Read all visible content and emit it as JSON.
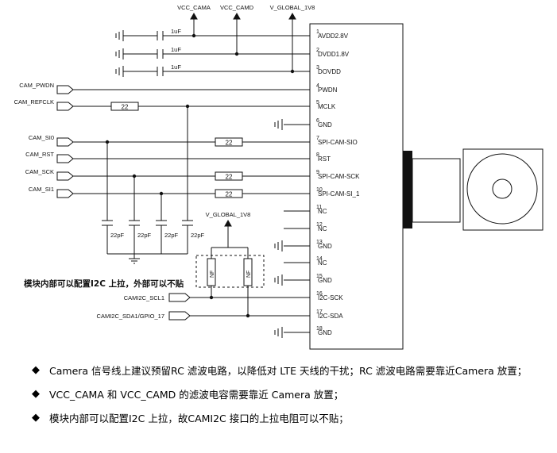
{
  "power_nets": [
    {
      "label": "VCC_CAMA"
    },
    {
      "label": "VCC_CAMD"
    },
    {
      "label": "V_GLOBAL_1V8"
    }
  ],
  "pins": [
    {
      "num": "1",
      "name": "AVDD2.8V"
    },
    {
      "num": "2",
      "name": "DVDD1.8V"
    },
    {
      "num": "3",
      "name": "DOVDD"
    },
    {
      "num": "4",
      "name": "PWDN"
    },
    {
      "num": "5",
      "name": "MCLK"
    },
    {
      "num": "6",
      "name": "GND"
    },
    {
      "num": "7",
      "name": "SPI-CAM-SIO"
    },
    {
      "num": "8",
      "name": "RST"
    },
    {
      "num": "9",
      "name": "SPI-CAM-SCK"
    },
    {
      "num": "10",
      "name": "SPI-CAM-SI_1"
    },
    {
      "num": "11",
      "name": "NC"
    },
    {
      "num": "12",
      "name": "NC"
    },
    {
      "num": "13",
      "name": "GND"
    },
    {
      "num": "14",
      "name": "NC"
    },
    {
      "num": "15",
      "name": "GND"
    },
    {
      "num": "16",
      "name": "I2C-SCK"
    },
    {
      "num": "17",
      "name": "I2C-SDA"
    },
    {
      "num": "18",
      "name": "GND"
    }
  ],
  "signals": [
    {
      "label": "CAM_PWDN"
    },
    {
      "label": "CAM_REFCLK"
    },
    {
      "label": "CAM_SI0"
    },
    {
      "label": "CAM_RST"
    },
    {
      "label": "CAM_SCK"
    },
    {
      "label": "CAM_SI1"
    },
    {
      "label": "CAMI2C_SCL1"
    },
    {
      "label": "CAMI2C_SDA1/GPIO_17"
    }
  ],
  "decoupling_caps": [
    "1uF",
    "1uF",
    "1uF"
  ],
  "filter_caps": [
    "22pF",
    "22pF",
    "22pF",
    "22pF"
  ],
  "series_resistors": [
    "22",
    "22",
    "22",
    "22"
  ],
  "pullup_rail": "V_GLOBAL_1V8",
  "pullup_resistors": [
    "NF",
    "NF"
  ],
  "i2c_note": "模块内部可以配置I2C 上拉，外部可以不贴",
  "notes": [
    {
      "bullet": "◆",
      "text": "Camera 信号线上建议预留RC 滤波电路，以降低对  LTE 天线的干扰；RC 滤波电路需要靠近Camera 放置；"
    },
    {
      "bullet": "◆",
      "text": "VCC_CAMA 和  VCC_CAMD  的滤波电容需要靠近  Camera 放置；"
    },
    {
      "bullet": "◆",
      "text": "模块内部可以配置I2C 上拉，故CAMI2C 接口的上拉电阻可以不贴；"
    }
  ]
}
